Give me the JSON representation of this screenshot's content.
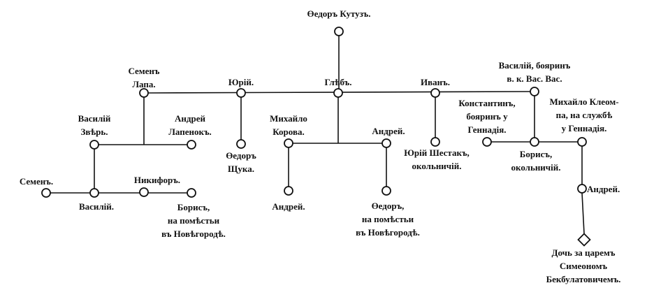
{
  "title": "Genealogy tree of Fyodor Kutuz",
  "people": [
    {
      "id": "fedor-kutuz",
      "lines": [
        "Өедоръ Кутузъ."
      ]
    },
    {
      "id": "semen-lapa",
      "lines": [
        "Семенъ",
        "Лапа."
      ]
    },
    {
      "id": "yuriy",
      "lines": [
        "Юрій."
      ]
    },
    {
      "id": "gleb",
      "lines": [
        "Глѣбъ."
      ]
    },
    {
      "id": "ivan",
      "lines": [
        "Иванъ."
      ]
    },
    {
      "id": "vasiliy-boyarin",
      "lines": [
        "Василій, бояринъ",
        "в. к. Вас. Вас."
      ]
    },
    {
      "id": "vasiliy-zver",
      "lines": [
        "Василій",
        "Звѣрь."
      ]
    },
    {
      "id": "andrey-lapenok",
      "lines": [
        "Андрей",
        "Лапенокъ."
      ]
    },
    {
      "id": "fedor-shchuka",
      "lines": [
        "Өедоръ",
        "Щука."
      ]
    },
    {
      "id": "mikhaylo-korova",
      "lines": [
        "Михайло",
        "Корова."
      ]
    },
    {
      "id": "andrey-gleb",
      "lines": [
        "Андрей."
      ]
    },
    {
      "id": "yuriy-shestak",
      "lines": [
        "Юрій Шестакъ,",
        "окольничій."
      ]
    },
    {
      "id": "konstantin",
      "lines": [
        "Константинъ,",
        "бояринъ у",
        "Геннадія."
      ]
    },
    {
      "id": "boris-okolnichiy",
      "lines": [
        "Борисъ,",
        "окольничій."
      ]
    },
    {
      "id": "mikhaylo-kleompa",
      "lines": [
        "Михайло Клеом-",
        "па, на службѣ",
        "у Геннадія."
      ]
    },
    {
      "id": "semen",
      "lines": [
        "Семенъ."
      ]
    },
    {
      "id": "vasiliy",
      "lines": [
        "Василій."
      ]
    },
    {
      "id": "nikifor",
      "lines": [
        "Никифоръ."
      ]
    },
    {
      "id": "boris-novgorod",
      "lines": [
        "Борисъ,",
        "на помѣстьи",
        "въ Новѣгородѣ."
      ]
    },
    {
      "id": "andrey-korova",
      "lines": [
        "Андрей."
      ]
    },
    {
      "id": "fedor-novgorod",
      "lines": [
        "Өедоръ,",
        "на помѣстьи",
        "въ Новѣгородѣ."
      ]
    },
    {
      "id": "andrey-kleompa",
      "lines": [
        "Андрей."
      ]
    },
    {
      "id": "daughter",
      "lines": [
        "Дочь за царемъ",
        "Симеономъ",
        "Бекбулатовичемъ."
      ]
    }
  ]
}
